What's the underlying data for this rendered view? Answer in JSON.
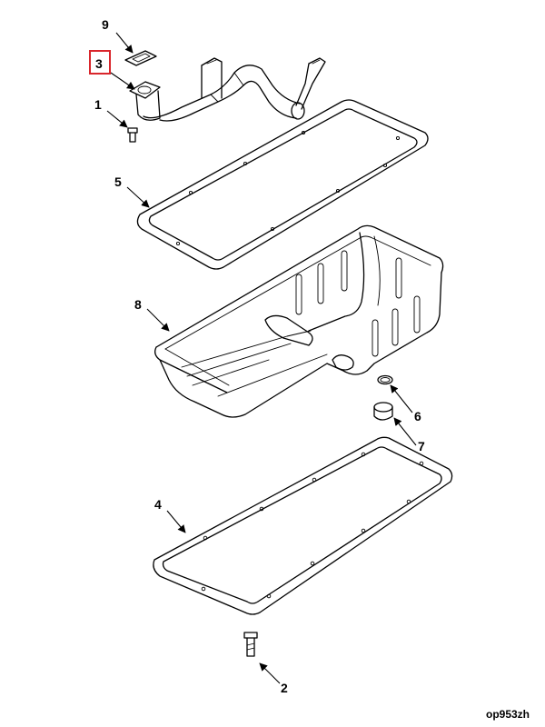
{
  "callouts": [
    {
      "id": "c9",
      "label": "9"
    },
    {
      "id": "c3",
      "label": "3"
    },
    {
      "id": "c1",
      "label": "1"
    },
    {
      "id": "c5",
      "label": "5"
    },
    {
      "id": "c8",
      "label": "8"
    },
    {
      "id": "c6",
      "label": "6"
    },
    {
      "id": "c7",
      "label": "7"
    },
    {
      "id": "c4",
      "label": "4"
    },
    {
      "id": "c2",
      "label": "2"
    }
  ],
  "highlighted_callout": "3",
  "highlight_color": "#d9262c",
  "reference_code": "op953zh"
}
